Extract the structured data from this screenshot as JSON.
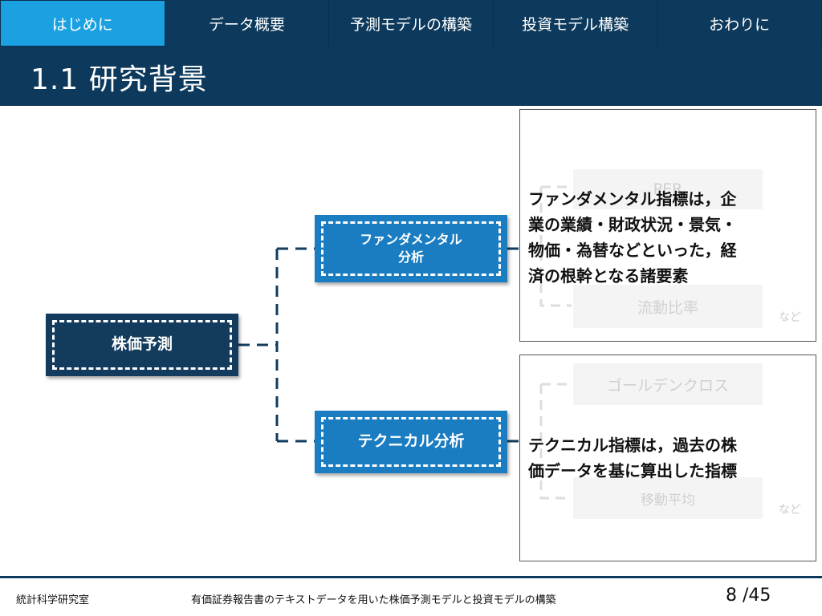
{
  "nav": {
    "tabs": [
      {
        "label": "はじめに",
        "active": true
      },
      {
        "label": "データ概要",
        "active": false
      },
      {
        "label": "予測モデルの構築",
        "active": false
      },
      {
        "label": "投資モデル構築",
        "active": false
      },
      {
        "label": "おわりに",
        "active": false
      }
    ]
  },
  "slide": {
    "title": "1.1 研究背景"
  },
  "diagram": {
    "root": "株価予測",
    "fundamental": {
      "label_line1": "ファンダメンタル",
      "label_line2": "分析",
      "faint_items": [
        "PER",
        "流動比率"
      ],
      "etc": "など",
      "description_lines": [
        "ファンダメンタル指標は，企",
        "業の業績・財政状況・景気・",
        "物価・為替などといった，経",
        "済の根幹となる諸要素"
      ]
    },
    "technical": {
      "label": "テクニカル分析",
      "faint_items": [
        "ゴールデンクロス",
        "移動平均"
      ],
      "etc": "など",
      "description_lines": [
        "テクニカル指標は，過去の株",
        "価データを基に算出した指標"
      ]
    }
  },
  "footer": {
    "org": "統計科学研究室",
    "subtitle": "有価証券報告書のテキストデータを用いた株価予測モデルと投資モデルの構築",
    "page": "8 /45"
  },
  "colors": {
    "navy": "#0d3a5c",
    "active_tab": "#1ba1e2",
    "node_blue": "#1a7cc1",
    "node_navy": "#123b5e"
  }
}
